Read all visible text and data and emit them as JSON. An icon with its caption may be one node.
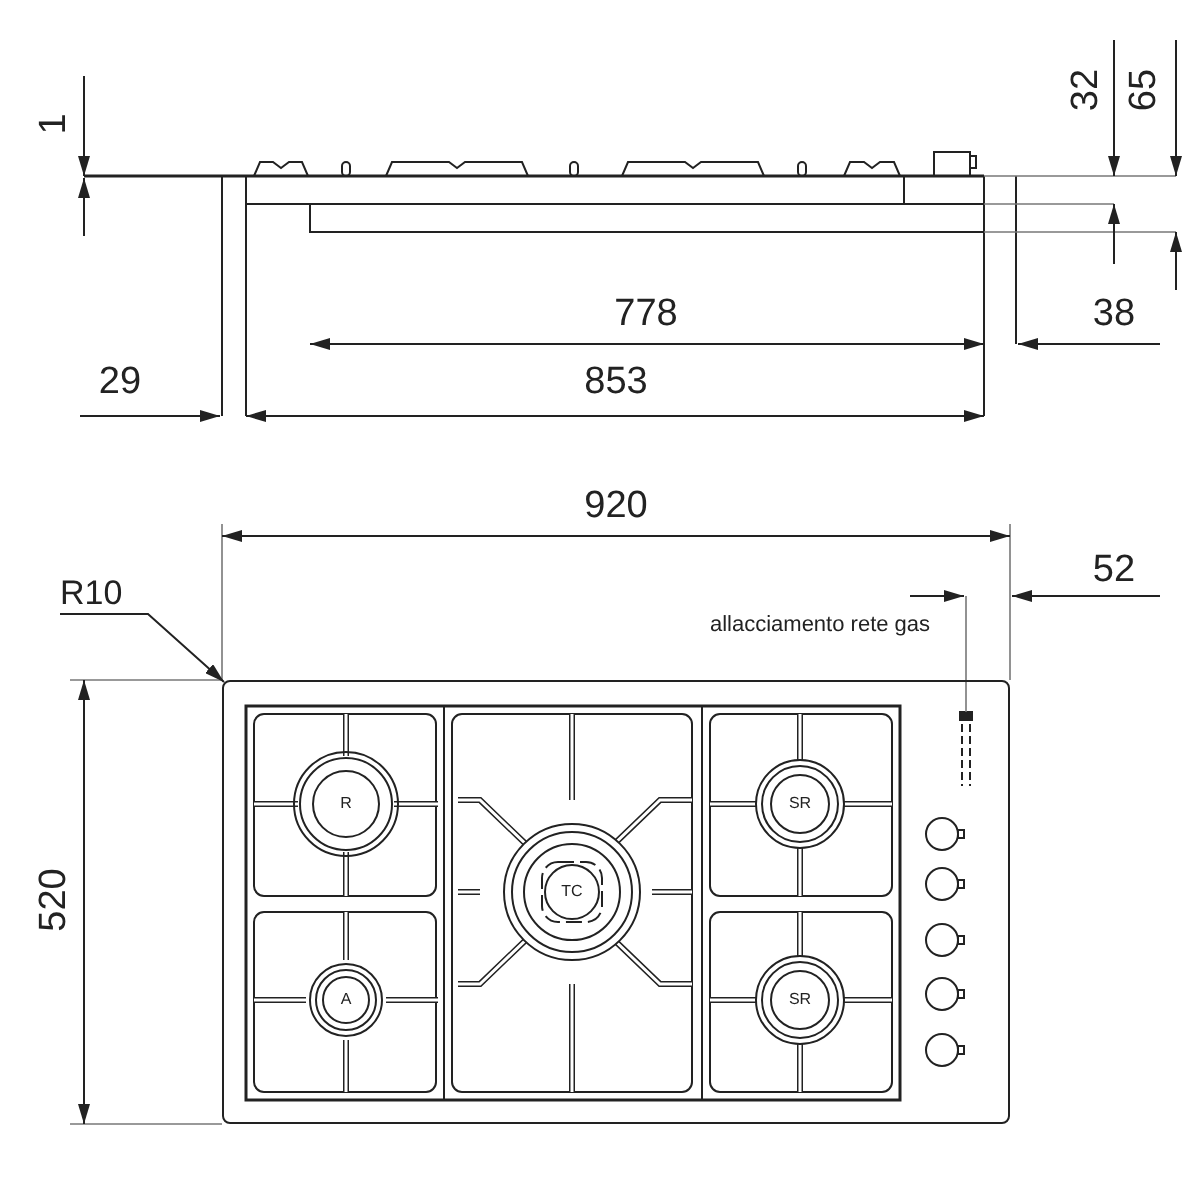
{
  "diagram": {
    "nodes": [
      {
        "text": [],
        "shape": "box"
      },
      {
        "text": [
          "R"
        ],
        "in": 0
      },
      {
        "text": [
          "SR"
        ],
        "in": 0
      },
      {
        "text": [
          "TC"
        ],
        "in": 0
      },
      {
        "text": [
          "A"
        ],
        "in": 0
      },
      {
        "text": [
          "SR"
        ],
        "in": 0
      },
      {
        "text": [
          "R10"
        ]
      }
    ],
    "edges": [
      {
        "from": 6,
        "to": 0,
        "arrow": "to"
      }
    ],
    "labels": [
      "1",
      "32",
      "65",
      "778",
      "38",
      "29",
      "853",
      "920",
      "52",
      "allacciamento rete gas",
      "520"
    ]
  }
}
